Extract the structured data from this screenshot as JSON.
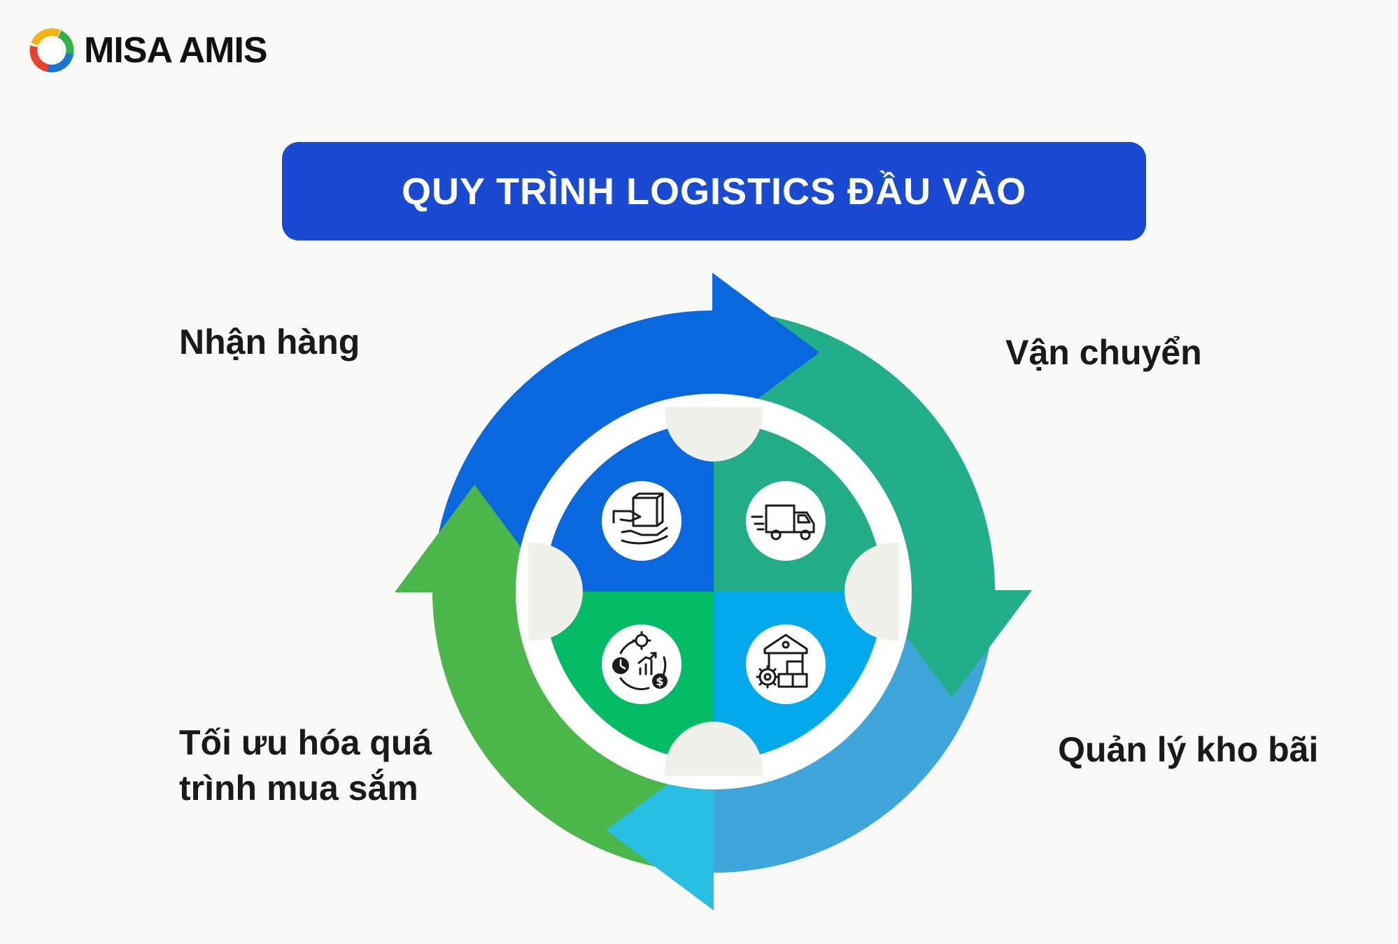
{
  "brand": {
    "name": "MISA AMIS",
    "logo_icon": "misa-amis-logo-icon"
  },
  "title": "QUY TRÌNH LOGISTICS ĐẦU VÀO",
  "colors": {
    "title_banner": "#1a49d2",
    "segment_1": "#0a68df",
    "segment_2": "#22ae8b",
    "segment_3": "#3fa6dc",
    "segment_4": "#4bb64a",
    "center_1": "#0a68df",
    "center_2": "#23ad86",
    "center_3": "#04a9ec",
    "center_4": "#02bb64"
  },
  "steps": [
    {
      "label": "Nhận hàng",
      "icon": "receive-package-icon"
    },
    {
      "label": "Vận chuyển",
      "icon": "delivery-truck-icon"
    },
    {
      "label": "Quản lý kho bãi",
      "icon": "warehouse-management-icon"
    },
    {
      "label": "Tối ưu hóa quá trình mua sắm",
      "icon": "procurement-optimization-icon"
    }
  ]
}
